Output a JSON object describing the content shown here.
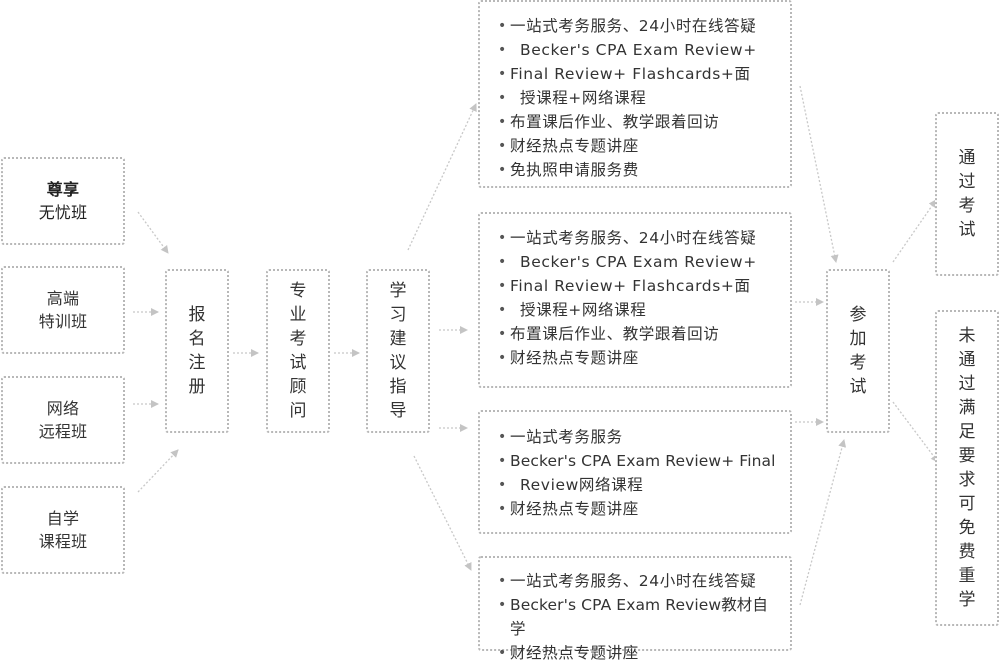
{
  "courses": [
    {
      "line1": "尊享",
      "line2": "无忧班"
    },
    {
      "line1": "高端",
      "line2": "特训班"
    },
    {
      "line1": "网络",
      "line2": "远程班"
    },
    {
      "line1": "自学",
      "line2": "课程班"
    }
  ],
  "steps": {
    "register": [
      "报",
      "名",
      "注",
      "册"
    ],
    "consultant": [
      "专",
      "业",
      "考",
      "试",
      "顾",
      "问"
    ],
    "guidance": [
      "学",
      "习",
      "建",
      "议",
      "指",
      "导"
    ],
    "exam": [
      "参",
      "加",
      "考",
      "试"
    ]
  },
  "packages": [
    {
      "items": [
        "一站式考务服务、24小时在线答疑",
        "Becker's CPA Exam Review+",
        "Final Review+ Flashcards+面",
        "授课程+网络课程",
        "布置课后作业、教学跟着回访",
        "财经热点专题讲座",
        "免执照申请服务费"
      ]
    },
    {
      "items": [
        "一站式考务服务、24小时在线答疑",
        "Becker's CPA Exam Review+",
        "Final Review+ Flashcards+面",
        "授课程+网络课程",
        "布置课后作业、教学跟着回访",
        "财经热点专题讲座"
      ]
    },
    {
      "items": [
        "一站式考务服务",
        "Becker's CPA Exam Review+ Final",
        "Review网络课程",
        "财经热点专题讲座"
      ]
    },
    {
      "items": [
        "一站式考务服务、24小时在线答疑",
        "Becker's CPA Exam Review教材自学",
        "财经热点专题讲座"
      ]
    }
  ],
  "outcomes": {
    "pass": [
      "通",
      "过",
      "考",
      "试"
    ],
    "fail": [
      "未",
      "通",
      "过",
      "满",
      "足",
      "要",
      "求",
      "可",
      "免",
      "费",
      "重",
      "学"
    ]
  },
  "colors": {
    "border": "#b8b8b8",
    "arrow": "#c8c8c8",
    "text": "#333333"
  }
}
